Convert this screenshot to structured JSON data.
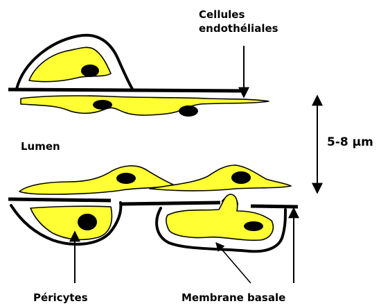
{
  "labels": {
    "endothelial_cells_line1": "Cellules",
    "endothelial_cells_line2": "endothéliales",
    "lumen": "Lumen",
    "diameter": "5-8 µm",
    "pericytes": "Péricytes",
    "basement_membrane": "Membrane basale"
  },
  "colors": {
    "cell_fill": "#ffff33",
    "outline": "#000000",
    "background": "#ffffff"
  }
}
